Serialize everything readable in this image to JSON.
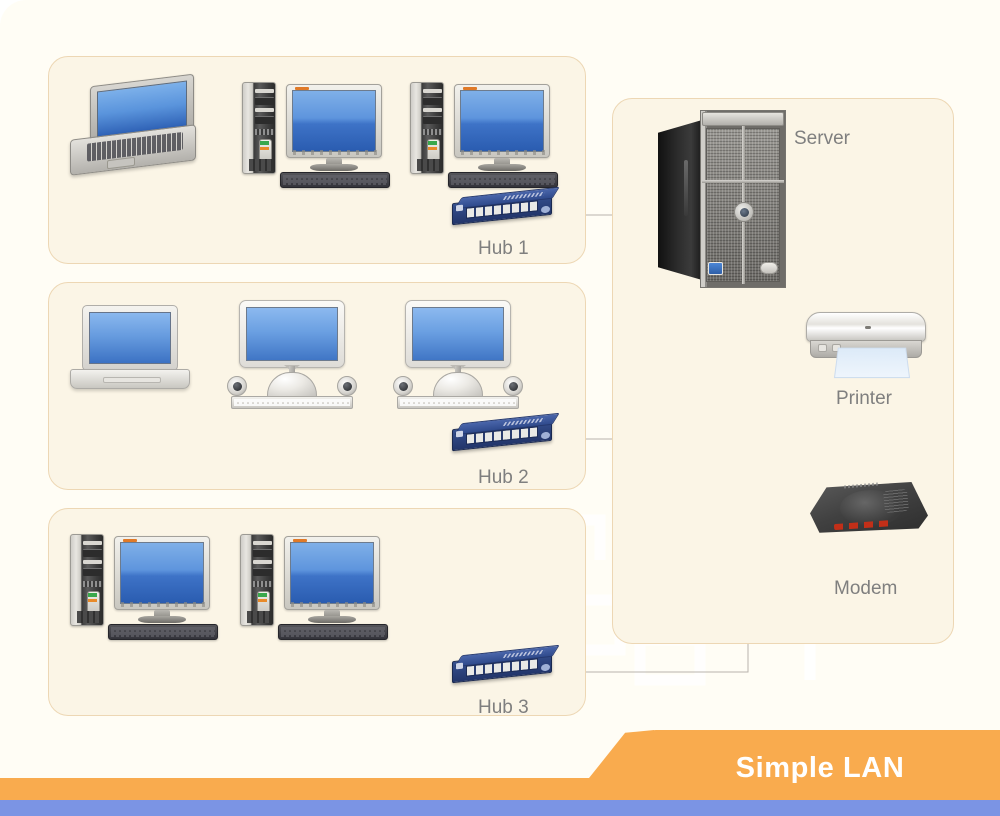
{
  "title_banner": {
    "label": "Simple LAN"
  },
  "theme": {
    "page_bg": "#ffffff",
    "canvas_bg": "#fffdf5",
    "panel_bg": "#fbf5e6",
    "panel_border": "#edd7b4",
    "wire": "#b9b4ad",
    "label_text": "#7f7f7f",
    "banner_orange": "#f9ab4e",
    "banner_blue": "#7b94e4",
    "banner_text": "#ffffff"
  },
  "groups": [
    {
      "id": "group-1",
      "hub_label": "Hub 1",
      "nodes": [
        {
          "type": "laptop-open",
          "name": "laptop-workstation"
        },
        {
          "type": "desktop-tower",
          "name": "desktop-workstation-1"
        },
        {
          "type": "desktop-tower",
          "name": "desktop-workstation-2"
        }
      ]
    },
    {
      "id": "group-2",
      "hub_label": "Hub 2",
      "nodes": [
        {
          "type": "laptop-front",
          "name": "laptop-workstation"
        },
        {
          "type": "imac-dome",
          "name": "imac-workstation-1"
        },
        {
          "type": "imac-dome",
          "name": "imac-workstation-2"
        }
      ]
    },
    {
      "id": "group-3",
      "hub_label": "Hub 3",
      "nodes": [
        {
          "type": "desktop-tower",
          "name": "desktop-workstation-1"
        },
        {
          "type": "desktop-tower",
          "name": "desktop-workstation-2"
        }
      ]
    }
  ],
  "server_rack": {
    "devices": [
      {
        "label": "Server",
        "icon": "server-tower-icon"
      },
      {
        "label": "Printer",
        "icon": "inkjet-printer-icon"
      },
      {
        "label": "Modem",
        "icon": "modem-icon"
      }
    ]
  },
  "icons": {
    "hub": "network-hub-icon",
    "laptop": "laptop-icon",
    "desktop": "desktop-computer-icon",
    "imac": "imac-computer-icon",
    "monitor": "lcd-monitor-icon",
    "keyboard": "keyboard-icon"
  }
}
